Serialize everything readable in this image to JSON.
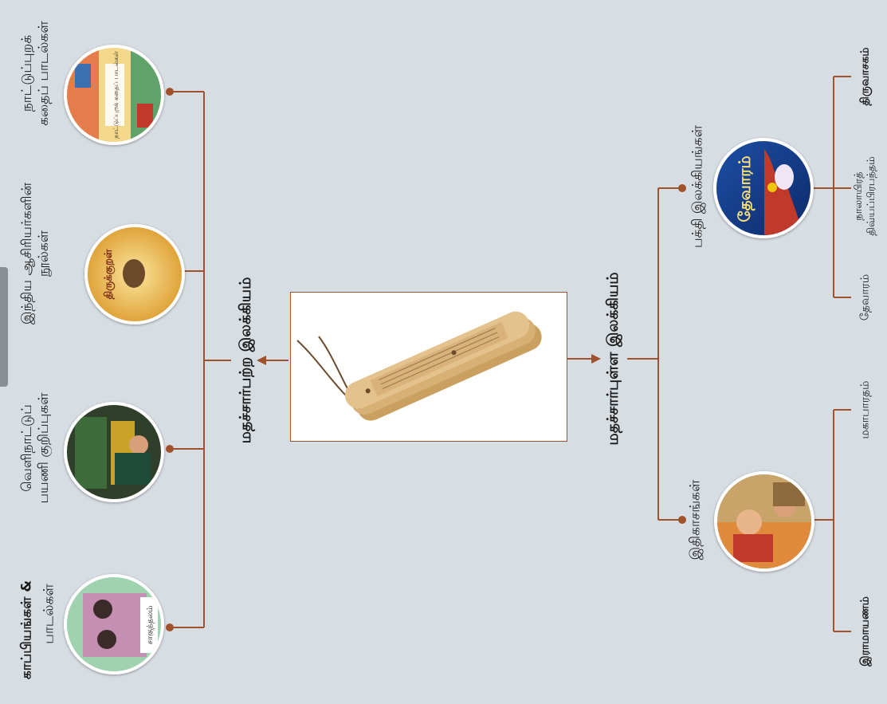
{
  "center": {
    "left_heading": "மதச்சார்பற்ற இலக்கியம்",
    "right_heading": "மதச்சார்புள்ள இலக்கியம்"
  },
  "secular": [
    {
      "label": "நாட்டுப்புறக் கதைப் பாடல்கள்",
      "cover_text": "நாட்டுப்புறக் கதைப் பாடல்கள்"
    },
    {
      "label": "இந்திய ஆசிரியர்களின் நூல்கள்",
      "cover_text": "திருக்குறள்"
    },
    {
      "label": "வெளிநாட்டுப் பயணி குறிப்புகள்"
    },
    {
      "label_line1": "காப்பியங்கள் &",
      "label_line2": "பாடல்கள்",
      "cover_text": "சாகுந்தலம்"
    }
  ],
  "religious": {
    "bhakti": {
      "label": "பக்தி இலக்கியங்கள்",
      "cover_text": "தேவாரம்",
      "items": [
        "திருவாசகம்",
        "நாலாயிரத் திவ்யப்பிரபந்தம்",
        "தேவாரம்"
      ]
    },
    "epics": {
      "label": "இதிகாசங்கள்",
      "items": [
        "மகாபாரதம்",
        "இராமாயணம்"
      ]
    }
  },
  "colors": {
    "line": "#a0522d",
    "background": "#d6dde3",
    "palm_leaf": "#d9b57a"
  }
}
